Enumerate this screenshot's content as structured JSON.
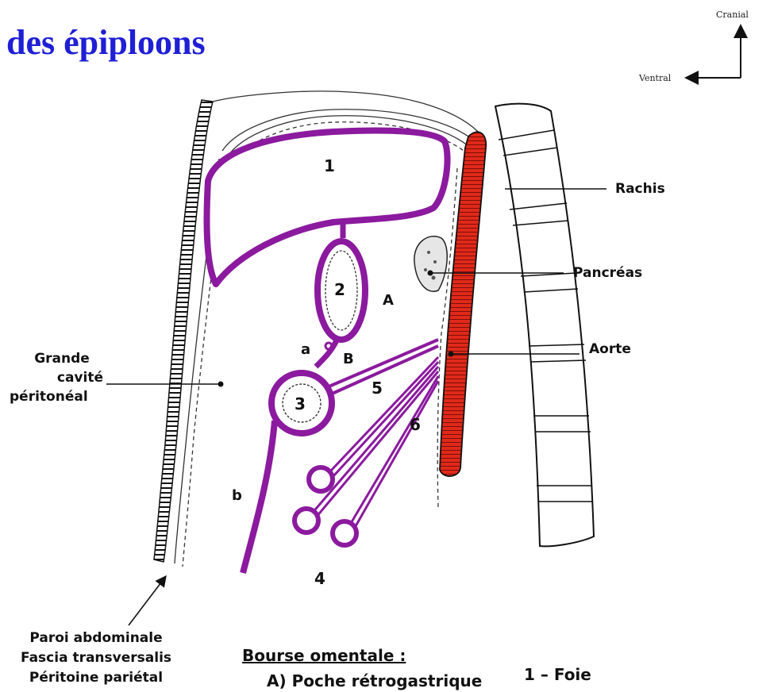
{
  "title": "des épiploons",
  "orientation": {
    "cranial": "Cranial",
    "ventral": "Ventral"
  },
  "labels": {
    "rachis": "Rachis",
    "pancreas": "Pancréas",
    "aorte": "Aorte",
    "grande_cavite": [
      "Grande",
      "cavité",
      "péritonéal"
    ],
    "paroi": [
      "Paroi abdominale",
      "Fascia transversalis",
      "Péritoine pariétal"
    ]
  },
  "markers": {
    "n1": "1",
    "n2": "2",
    "n3": "3",
    "n4": "4",
    "n5": "5",
    "n6": "6",
    "A": "A",
    "B": "B",
    "a": "a",
    "b": "b"
  },
  "legend": {
    "heading": "Bourse omentale :",
    "item_a": "A) Poche rétrogastrique",
    "item_1": "1 – Foie"
  },
  "colors": {
    "title": "#1f1fd6",
    "peritoneum": "#8b1a9e",
    "aorta": "#e0291a",
    "text": "#111111"
  }
}
